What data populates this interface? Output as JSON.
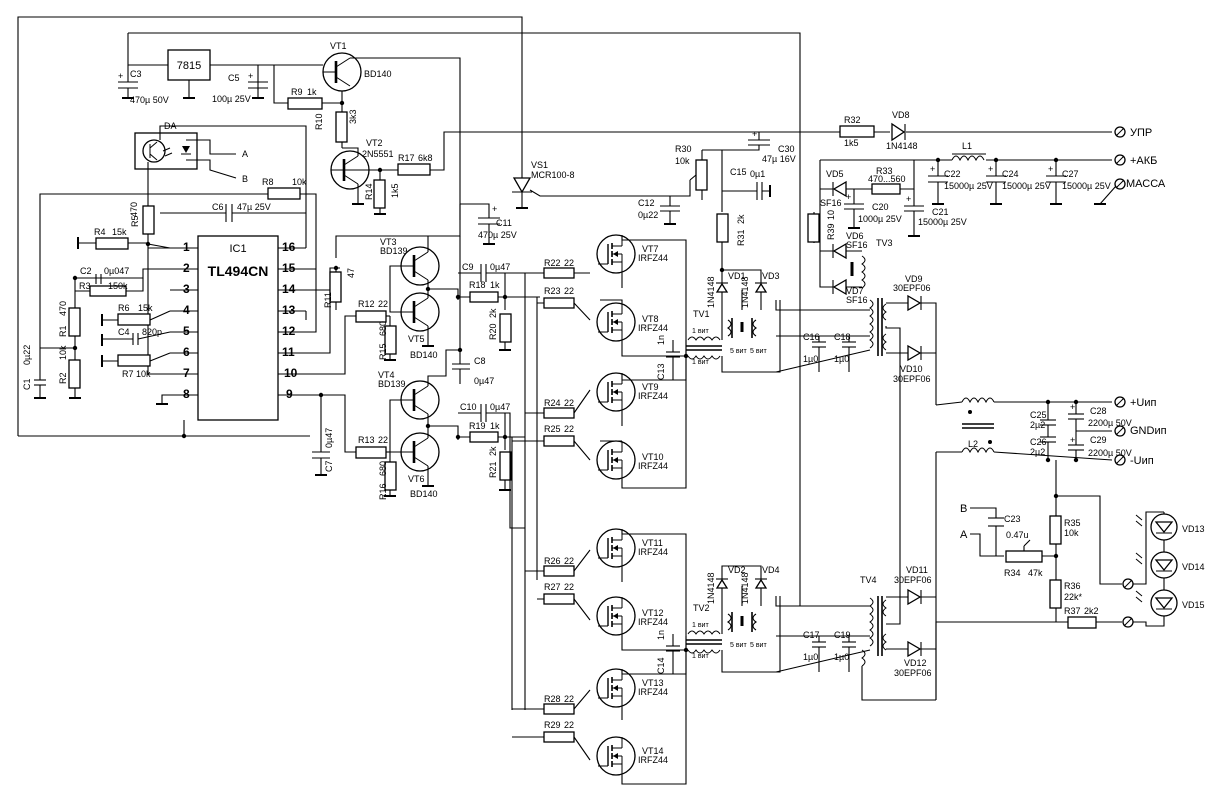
{
  "ic1": {
    "ref": "IC1",
    "part": "TL494CN",
    "pins_left": [
      "1",
      "2",
      "3",
      "4",
      "5",
      "6",
      "7",
      "8"
    ],
    "pins_right": [
      "16",
      "15",
      "14",
      "13",
      "12",
      "11",
      "10",
      "9"
    ]
  },
  "regulator": "7815",
  "optocoupler": {
    "ref": "DA",
    "out_a": "A",
    "out_b": "B"
  },
  "transistors": [
    {
      "ref": "VT1",
      "part": "BD140"
    },
    {
      "ref": "VT2",
      "part": "2N5551"
    },
    {
      "ref": "VT3",
      "part": "BD139"
    },
    {
      "ref": "VT4",
      "part": "BD139"
    },
    {
      "ref": "VT5",
      "part": "BD140"
    },
    {
      "ref": "VT6",
      "part": "BD140"
    }
  ],
  "mosfets": [
    {
      "ref": "VT7",
      "part": "IRFZ44"
    },
    {
      "ref": "VT8",
      "part": "IRFZ44"
    },
    {
      "ref": "VT9",
      "part": "IRFZ44"
    },
    {
      "ref": "VT10",
      "part": "IRFZ44"
    },
    {
      "ref": "VT11",
      "part": "IRFZ44"
    },
    {
      "ref": "VT12",
      "part": "IRFZ44"
    },
    {
      "ref": "VT13",
      "part": "IRFZ44"
    },
    {
      "ref": "VT14",
      "part": "IRFZ44"
    }
  ],
  "thyristor": {
    "ref": "VS1",
    "part": "MCR100-8"
  },
  "resistors": [
    {
      "ref": "R1",
      "value": "470"
    },
    {
      "ref": "R2",
      "value": "10k"
    },
    {
      "ref": "R3",
      "value": "150k"
    },
    {
      "ref": "R4",
      "value": "15k"
    },
    {
      "ref": "R5",
      "value": "470"
    },
    {
      "ref": "R6",
      "value": "15k"
    },
    {
      "ref": "R7",
      "value": "10k"
    },
    {
      "ref": "R8",
      "value": "10k"
    },
    {
      "ref": "R9",
      "value": "1k"
    },
    {
      "ref": "R10",
      "value": "3k3"
    },
    {
      "ref": "R11",
      "value": "47"
    },
    {
      "ref": "R12",
      "value": "22"
    },
    {
      "ref": "R13",
      "value": "22"
    },
    {
      "ref": "R14",
      "value": "1k5"
    },
    {
      "ref": "R15",
      "value": "680"
    },
    {
      "ref": "R16",
      "value": "680"
    },
    {
      "ref": "R17",
      "value": "6k8"
    },
    {
      "ref": "R18",
      "value": "1k"
    },
    {
      "ref": "R19",
      "value": "1k"
    },
    {
      "ref": "R20",
      "value": "2k"
    },
    {
      "ref": "R21",
      "value": "2k"
    },
    {
      "ref": "R22",
      "value": "22"
    },
    {
      "ref": "R23",
      "value": "22"
    },
    {
      "ref": "R24",
      "value": "22"
    },
    {
      "ref": "R25",
      "value": "22"
    },
    {
      "ref": "R26",
      "value": "22"
    },
    {
      "ref": "R27",
      "value": "22"
    },
    {
      "ref": "R28",
      "value": "22"
    },
    {
      "ref": "R29",
      "value": "22"
    },
    {
      "ref": "R30",
      "value": "10k"
    },
    {
      "ref": "R31",
      "value": "2k"
    },
    {
      "ref": "R32",
      "value": "1k5"
    },
    {
      "ref": "R33",
      "value": "470...560"
    },
    {
      "ref": "R34",
      "value": "47k"
    },
    {
      "ref": "R35",
      "value": "10k"
    },
    {
      "ref": "R36",
      "value": "22k*"
    },
    {
      "ref": "R37",
      "value": "2k2"
    },
    {
      "ref": "R39",
      "value": "10"
    }
  ],
  "capacitors": [
    {
      "ref": "C1",
      "value": "0µ22"
    },
    {
      "ref": "C2",
      "value": "0µ047"
    },
    {
      "ref": "C3",
      "value": "470µ 50V"
    },
    {
      "ref": "C4",
      "value": "820p"
    },
    {
      "ref": "C5",
      "value": "100µ 25V"
    },
    {
      "ref": "C6",
      "value": "47µ 25V"
    },
    {
      "ref": "C7",
      "value": "0µ47"
    },
    {
      "ref": "C8",
      "value": "0µ47"
    },
    {
      "ref": "C9",
      "value": "0µ47"
    },
    {
      "ref": "C10",
      "value": "0µ47"
    },
    {
      "ref": "C11",
      "value": "470µ 25V"
    },
    {
      "ref": "C12",
      "value": "0µ22"
    },
    {
      "ref": "C13",
      "value": "1n"
    },
    {
      "ref": "C14",
      "value": "1n"
    },
    {
      "ref": "C15",
      "value": "0µ1"
    },
    {
      "ref": "C16",
      "value": "1µ0"
    },
    {
      "ref": "C17",
      "value": "1µ0"
    },
    {
      "ref": "C18",
      "value": "1µ0"
    },
    {
      "ref": "C19",
      "value": "1µ0"
    },
    {
      "ref": "C20",
      "value": "1000µ 25V"
    },
    {
      "ref": "C21",
      "value": "15000µ 25V"
    },
    {
      "ref": "C22",
      "value": "15000µ 25V"
    },
    {
      "ref": "C23",
      "value": "0.47u"
    },
    {
      "ref": "C24",
      "value": "15000µ 25V"
    },
    {
      "ref": "C25",
      "value": "2µ2"
    },
    {
      "ref": "C26",
      "value": "2µ2"
    },
    {
      "ref": "C27",
      "value": "15000µ 25V"
    },
    {
      "ref": "C28",
      "value": "2200µ 50V"
    },
    {
      "ref": "C29",
      "value": "2200µ 50V"
    },
    {
      "ref": "C30",
      "value": "47µ 16V"
    }
  ],
  "diodes": [
    {
      "ref": "VD1",
      "value": "1N4148"
    },
    {
      "ref": "VD2",
      "value": "1N4148"
    },
    {
      "ref": "VD3",
      "value": "1N4148"
    },
    {
      "ref": "VD4",
      "value": "1N4148"
    },
    {
      "ref": "VD5",
      "value": "SF16"
    },
    {
      "ref": "VD6",
      "value": "SF16"
    },
    {
      "ref": "VD7",
      "value": "SF16"
    },
    {
      "ref": "VD8",
      "value": "1N4148"
    },
    {
      "ref": "VD9",
      "value": "30EPF06"
    },
    {
      "ref": "VD10",
      "value": "30EPF06"
    },
    {
      "ref": "VD11",
      "value": "30EPF06"
    },
    {
      "ref": "VD12",
      "value": "30EPF06"
    }
  ],
  "leds": [
    {
      "ref": "VD13"
    },
    {
      "ref": "VD14"
    },
    {
      "ref": "VD15"
    }
  ],
  "transformers": [
    {
      "ref": "TV1",
      "primary": "1 вит",
      "secondary": "5 вит",
      "secondary2": "5 вит"
    },
    {
      "ref": "TV2",
      "primary": "1 вит",
      "secondary": "5 вит",
      "secondary2": "5 вит"
    },
    {
      "ref": "TV3"
    },
    {
      "ref": "TV4"
    }
  ],
  "inductors": [
    {
      "ref": "L1"
    },
    {
      "ref": "L2"
    }
  ],
  "terminals": {
    "upr": "УПР",
    "akb": "+АКБ",
    "massa": "МАССА",
    "plus_uip": "+Uип",
    "gnd_ip": "GNDип",
    "minus_uip": "-Uип",
    "in_b": "B",
    "in_a": "A"
  }
}
